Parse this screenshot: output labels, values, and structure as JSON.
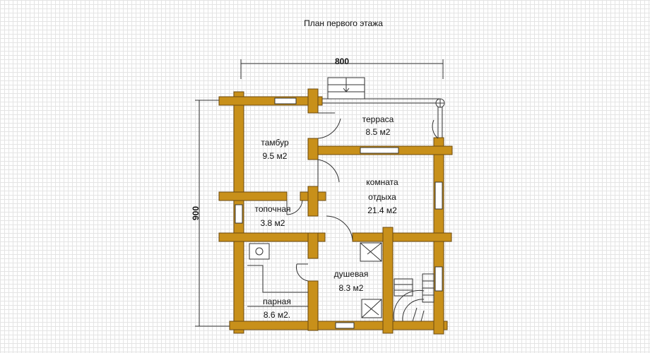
{
  "title": "План первого этажа",
  "dimensions": {
    "width": "800",
    "height": "900"
  },
  "rooms": [
    {
      "id": "terrace",
      "name": "терраса",
      "area": "8.5 м2"
    },
    {
      "id": "vestibule",
      "name": "тамбур",
      "area": "9.5 м2"
    },
    {
      "id": "rest-room",
      "name_line1": "комната",
      "name_line2": "отдыха",
      "area": "21.4 м2"
    },
    {
      "id": "furnace-room",
      "name": "топочная",
      "area": "3.8 м2"
    },
    {
      "id": "shower-room",
      "name": "душевая",
      "area": "8.3 м2"
    },
    {
      "id": "steam-room",
      "name": "парная",
      "area": "8.6 м2."
    }
  ],
  "colors": {
    "log": "#c8901a",
    "log_outline": "#6b4a10",
    "grid": "#e4e4e4",
    "line": "#333333"
  }
}
